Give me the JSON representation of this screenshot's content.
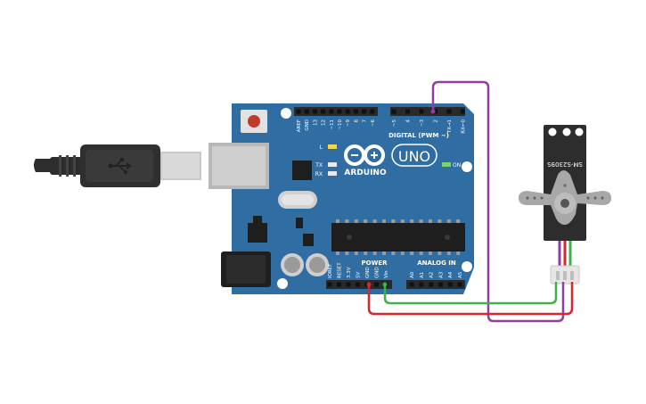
{
  "board": {
    "brand": "ARDUINO",
    "model": "UNO",
    "on_label": "ON",
    "digital_label": "DIGITAL (PWM ~)",
    "power_label": "POWER",
    "analog_label": "ANALOG IN",
    "led_l": "L",
    "led_tx": "TX",
    "led_rx": "RX",
    "top_pins": [
      "AREF",
      "GND",
      "13",
      "12",
      "~11",
      "~10",
      "~9",
      "8",
      "7",
      "~6",
      "~5",
      "4",
      "~3",
      "2",
      "TX→1",
      "RX←0"
    ],
    "power_pins": [
      "IOREF",
      "RESET",
      "3.3V",
      "5V",
      "GND",
      "GND",
      "Vin"
    ],
    "analog_pins": [
      "A0",
      "A1",
      "A2",
      "A3",
      "A4",
      "A5"
    ]
  },
  "servo": {
    "model": "SM-S2309S"
  },
  "wires": [
    {
      "from": "5V",
      "to": "servo-power",
      "color": "#d9262b"
    },
    {
      "from": "GND",
      "to": "servo-ground",
      "color": "#3fb14a"
    },
    {
      "from": "~3",
      "to": "servo-signal",
      "color": "#8e3fa0"
    }
  ],
  "colors": {
    "board": "#2f6da3",
    "board_dark": "#245a88",
    "header": "#2a2a2a",
    "usb_plug": "#333333",
    "servo_body": "#2d2d2d",
    "horn": "#a8a8a8"
  }
}
